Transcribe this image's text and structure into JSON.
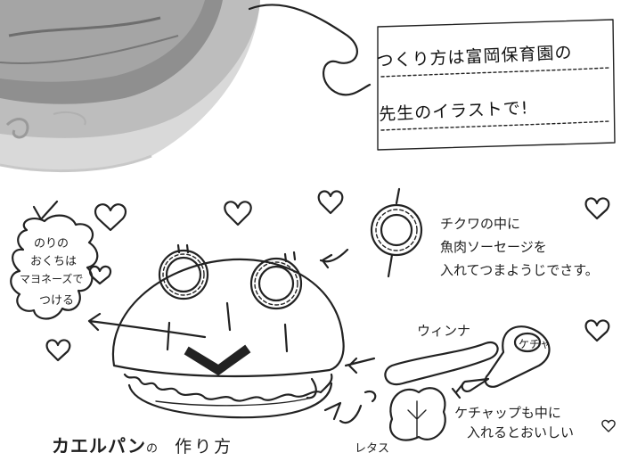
{
  "note": {
    "line1": "つくり方は富岡保育園の",
    "line2": "先生のイラストで!"
  },
  "labels": {
    "nori": [
      "のりの",
      "おくちは",
      "マヨネーズで",
      "つける"
    ],
    "chikuwa": [
      "チクワの中に",
      "魚肉ソーセージを",
      "入れてつまようじでさす。"
    ],
    "wiener": "ウィンナ",
    "ketchup": [
      "ケチャップも中に",
      "入れるとおいしい"
    ],
    "lettuce": "レタス",
    "ketchup_bottle": "ケチャ"
  },
  "title": {
    "main": "カエルパン",
    "no": "の",
    "rest": "作り方"
  }
}
